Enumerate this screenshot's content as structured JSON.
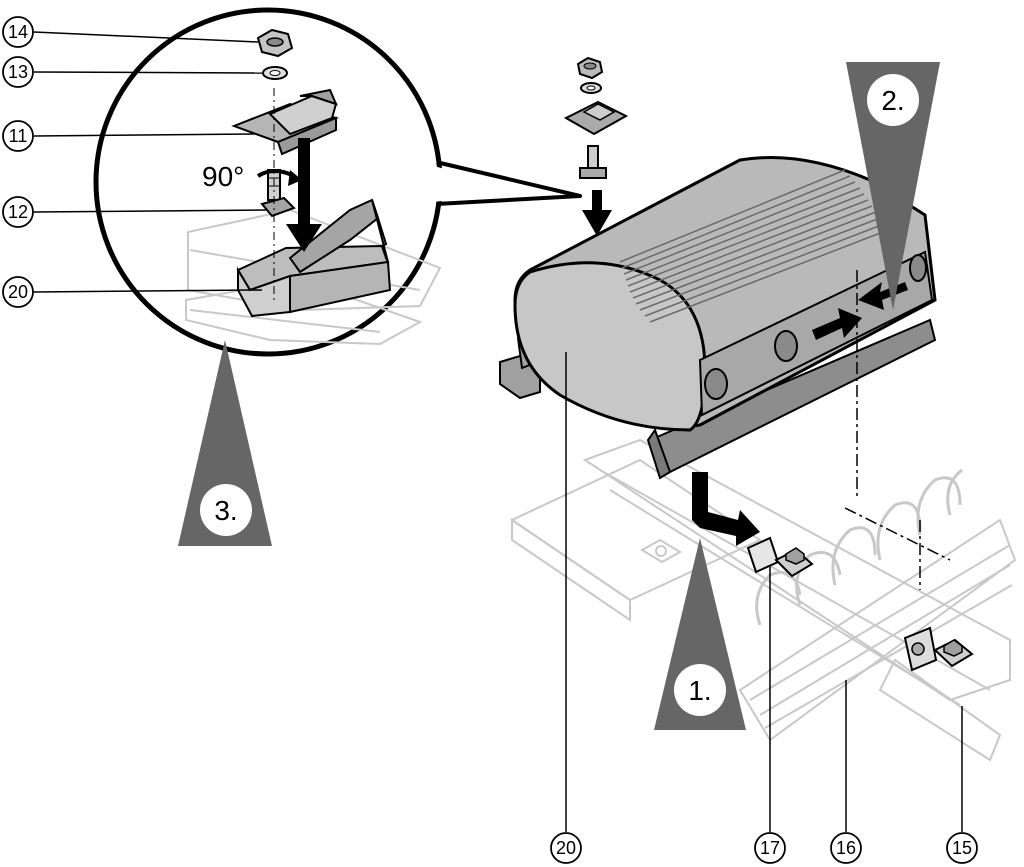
{
  "callouts": {
    "c14": "14",
    "c13": "13",
    "c11": "11",
    "c12": "12",
    "c20_left": "20",
    "c20_bottom": "20",
    "c17": "17",
    "c16": "16",
    "c15": "15"
  },
  "steps": {
    "step1": "1.",
    "step2": "2.",
    "step3": "3."
  },
  "angle_label": "90°",
  "colors": {
    "ink": "#000000",
    "housing_fill": "#b9b9b9",
    "housing_dark": "#9a9a9a",
    "ghost_line": "#c8c8c8",
    "step_triangle": "#666666",
    "paper": "#ffffff"
  }
}
